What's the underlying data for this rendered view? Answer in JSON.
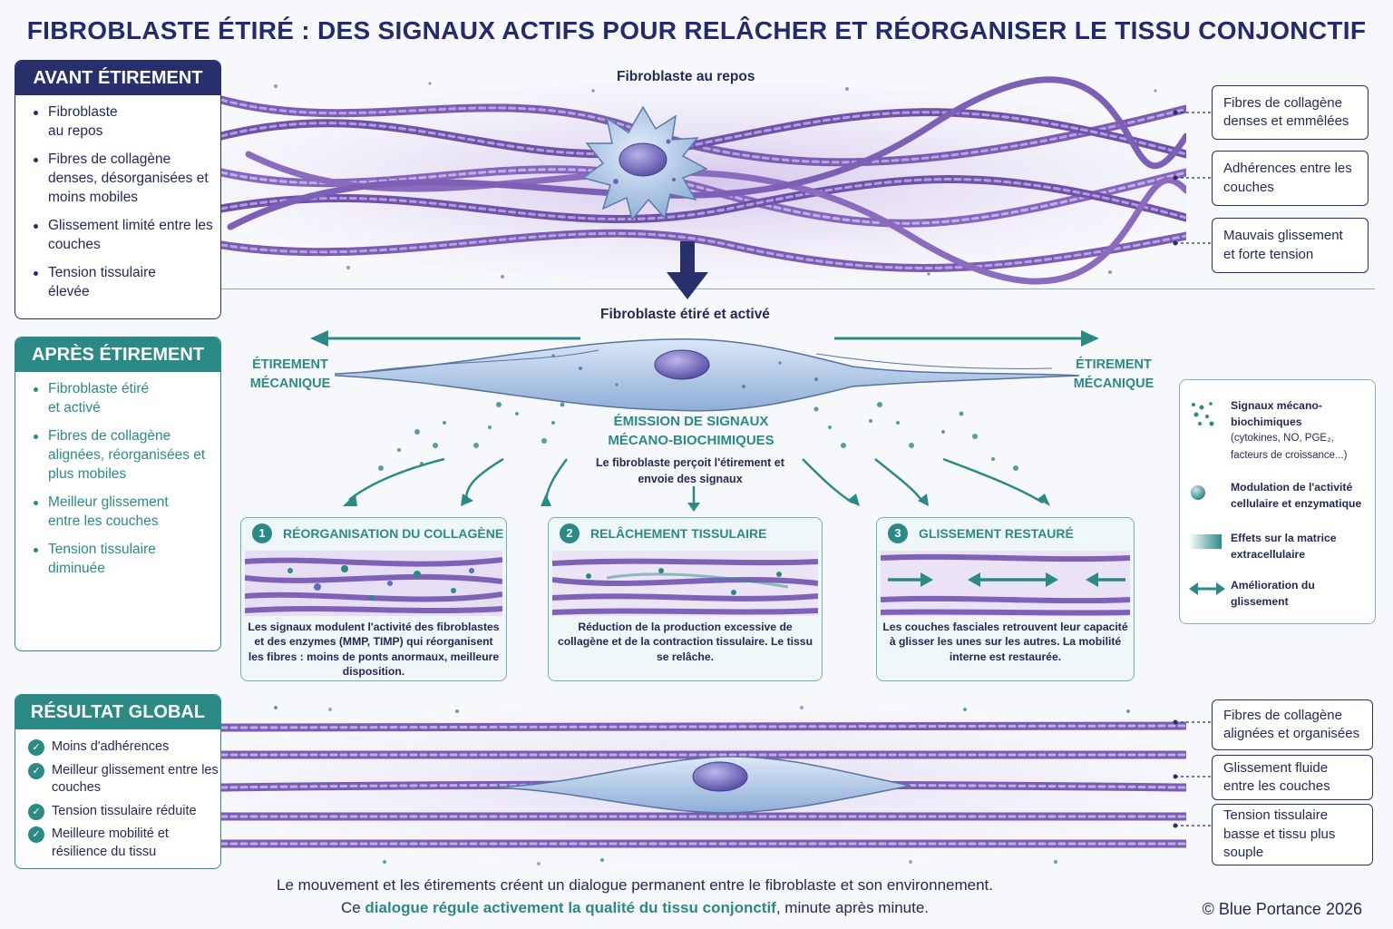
{
  "title": "FIBROBLASTE ÉTIRÉ : DES SIGNAUX ACTIFS POUR RELÂCHER ET RÉORGANISER LE TISSU CONJONCTIF",
  "avant": {
    "heading": "AVANT ÉTIREMENT",
    "items": [
      "Fibroblaste au repos",
      "Fibres de collagène denses, désorganisées et moins mobiles",
      "Glissement limité entre les couches",
      "Tension tissulaire élevée"
    ]
  },
  "apres": {
    "heading": "APRÈS ÉTIREMENT",
    "items": [
      "Fibroblaste étiré et activé",
      "Fibres de collagène alignées, réorganisées et plus mobiles",
      "Meilleur glissement entre les couches",
      "Tension tissulaire diminuée"
    ]
  },
  "resultat": {
    "heading": "RÉSULTAT GLOBAL",
    "items": [
      "Moins d'adhérences",
      "Meilleur glissement entre les couches",
      "Tension tissulaire réduite",
      "Meilleure mobilité et résilience du tissu"
    ]
  },
  "top_scene": {
    "cell_label": "Fibroblaste au repos",
    "callouts": [
      "Fibres de collagène denses et emmêlées",
      "Adhérences entre les couches",
      "Mauvais glissement et forte tension"
    ]
  },
  "middle_scene": {
    "cell_label": "Fibroblaste étiré et activé",
    "stretch_left": "ÉTIREMENT MÉCANIQUE",
    "stretch_right": "ÉTIREMENT MÉCANIQUE",
    "signals_title": "ÉMISSION DE SIGNAUX MÉCANO-BIOCHIMIQUES",
    "signals_sub": "Le fibroblaste perçoit l'étirement et envoie des signaux"
  },
  "cards": [
    {
      "num": "1",
      "title": "RÉORGANISATION DU COLLAGÈNE",
      "text": "Les signaux modulent l'activité des fibroblastes et des enzymes (MMP, TIMP) qui réorganisent les fibres : moins de ponts anormaux, meilleure disposition."
    },
    {
      "num": "2",
      "title": "RELÂCHEMENT TISSULAIRE",
      "text": "Réduction de la production excessive de collagène et de la contraction tissulaire. Le tissu se relâche."
    },
    {
      "num": "3",
      "title": "GLISSEMENT RESTAURÉ",
      "text": "Les couches fasciales retrouvent leur capacité à glisser les unes sur les autres. La mobilité interne est restaurée."
    }
  ],
  "legend": [
    {
      "icon": "dots-icon",
      "text": "Signaux mécano-biochimiques",
      "sub": "(cytokines, NO, PGE₂, facteurs de croissance...)"
    },
    {
      "icon": "sphere-icon",
      "text": "Modulation de l'activité cellulaire et enzymatique"
    },
    {
      "icon": "gradient-swatch-icon",
      "text": "Effets sur la matrice extracellulaire"
    },
    {
      "icon": "double-arrow-icon",
      "text": "Amélioration du glissement"
    }
  ],
  "bottom_scene": {
    "callouts": [
      "Fibres de collagène alignées et organisées",
      "Glissement fluide entre les couches",
      "Tension tissulaire basse et tissu plus souple"
    ]
  },
  "footer": {
    "line1": "Le mouvement et les étirements créent un dialogue permanent entre le fibroblaste et son environnement.",
    "line2_pre": "Ce ",
    "line2_em": "dialogue régule activement la qualité du tissu conjonctif",
    "line2_post": ", minute après minute."
  },
  "copyright": "© Blue Portance 2026",
  "colors": {
    "navy": "#27306b",
    "teal": "#2b8a86",
    "fiber": "#8a6bbd",
    "cell": "#a9c3e3",
    "nucleus": "#6d63b8"
  }
}
